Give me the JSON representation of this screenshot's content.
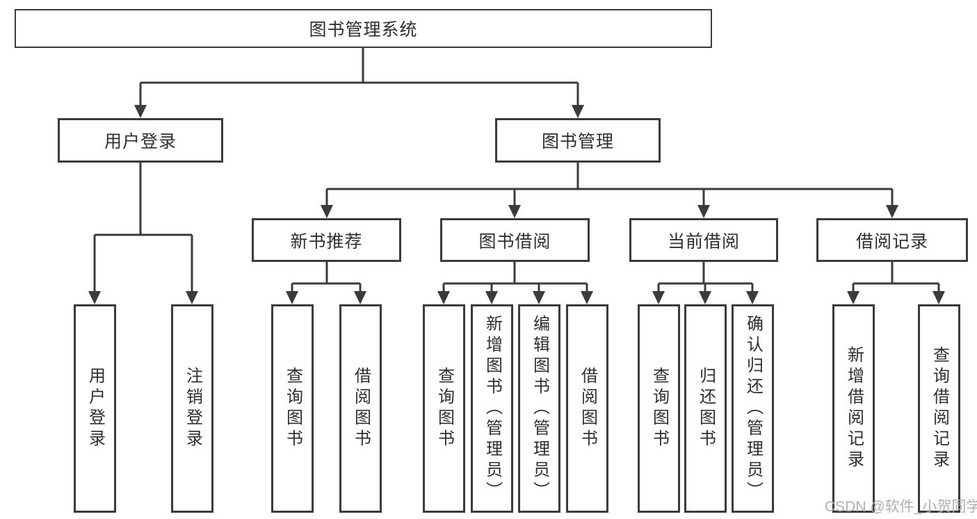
{
  "tree": {
    "root": {
      "label": "图书管理系统"
    },
    "branches": [
      {
        "label": "用户登录",
        "children": [
          {
            "label": "用户登录"
          },
          {
            "label": "注销登录"
          }
        ]
      },
      {
        "label": "图书管理",
        "children": [
          {
            "label": "新书推荐",
            "children": [
              {
                "label": "查询图书"
              },
              {
                "label": "借阅图书"
              }
            ]
          },
          {
            "label": "图书借阅",
            "children": [
              {
                "label": "查询图书"
              },
              {
                "label": "新增图书（管理员）"
              },
              {
                "label": "编辑图书（管理员）"
              },
              {
                "label": "借阅图书"
              }
            ]
          },
          {
            "label": "当前借阅",
            "children": [
              {
                "label": "查询图书"
              },
              {
                "label": "归还图书"
              },
              {
                "label": "确认归还（管理员）"
              }
            ]
          },
          {
            "label": "借阅记录",
            "children": [
              {
                "label": "新增借阅记录"
              },
              {
                "label": "查询借阅记录"
              }
            ]
          }
        ]
      }
    ]
  },
  "watermark": {
    "text": "CSDN @软件_小贺同学"
  },
  "colors": {
    "line": "#3b3b3b",
    "text": "#2f2f2f",
    "box_bg": "#ffffff",
    "background": "#ffffff",
    "watermark": "#b3adaf"
  }
}
